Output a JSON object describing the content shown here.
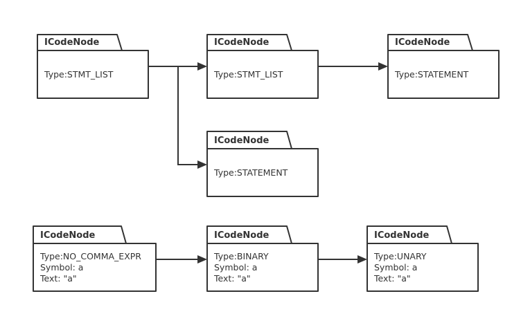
{
  "nodes": [
    {
      "id": "n1",
      "name": "ICodeNode",
      "lines": [
        "Type:STMT_LIST"
      ]
    },
    {
      "id": "n2",
      "name": "ICodeNode",
      "lines": [
        "Type:STMT_LIST"
      ]
    },
    {
      "id": "n3",
      "name": "ICodeNode",
      "lines": [
        "Type:STATEMENT"
      ]
    },
    {
      "id": "n4",
      "name": "ICodeNode",
      "lines": [
        "Type:STATEMENT"
      ]
    },
    {
      "id": "n5",
      "name": "ICodeNode",
      "lines": [
        "Type:NO_COMMA_EXPR",
        "Symbol: a",
        "Text: \"a\""
      ]
    },
    {
      "id": "n6",
      "name": "ICodeNode",
      "lines": [
        "Type:BINARY",
        "Symbol: a",
        "Text: \"a\""
      ]
    },
    {
      "id": "n7",
      "name": "ICodeNode",
      "lines": [
        "Type:UNARY",
        "Symbol: a",
        "Text: \"a\""
      ]
    }
  ],
  "edges": [
    {
      "from": "n1",
      "to": "n2"
    },
    {
      "from": "n1",
      "to": "n4"
    },
    {
      "from": "n2",
      "to": "n3"
    },
    {
      "from": "n5",
      "to": "n6"
    },
    {
      "from": "n6",
      "to": "n7"
    }
  ],
  "colors": {
    "stroke": "#333333",
    "text": "#333333",
    "background": "#ffffff"
  }
}
